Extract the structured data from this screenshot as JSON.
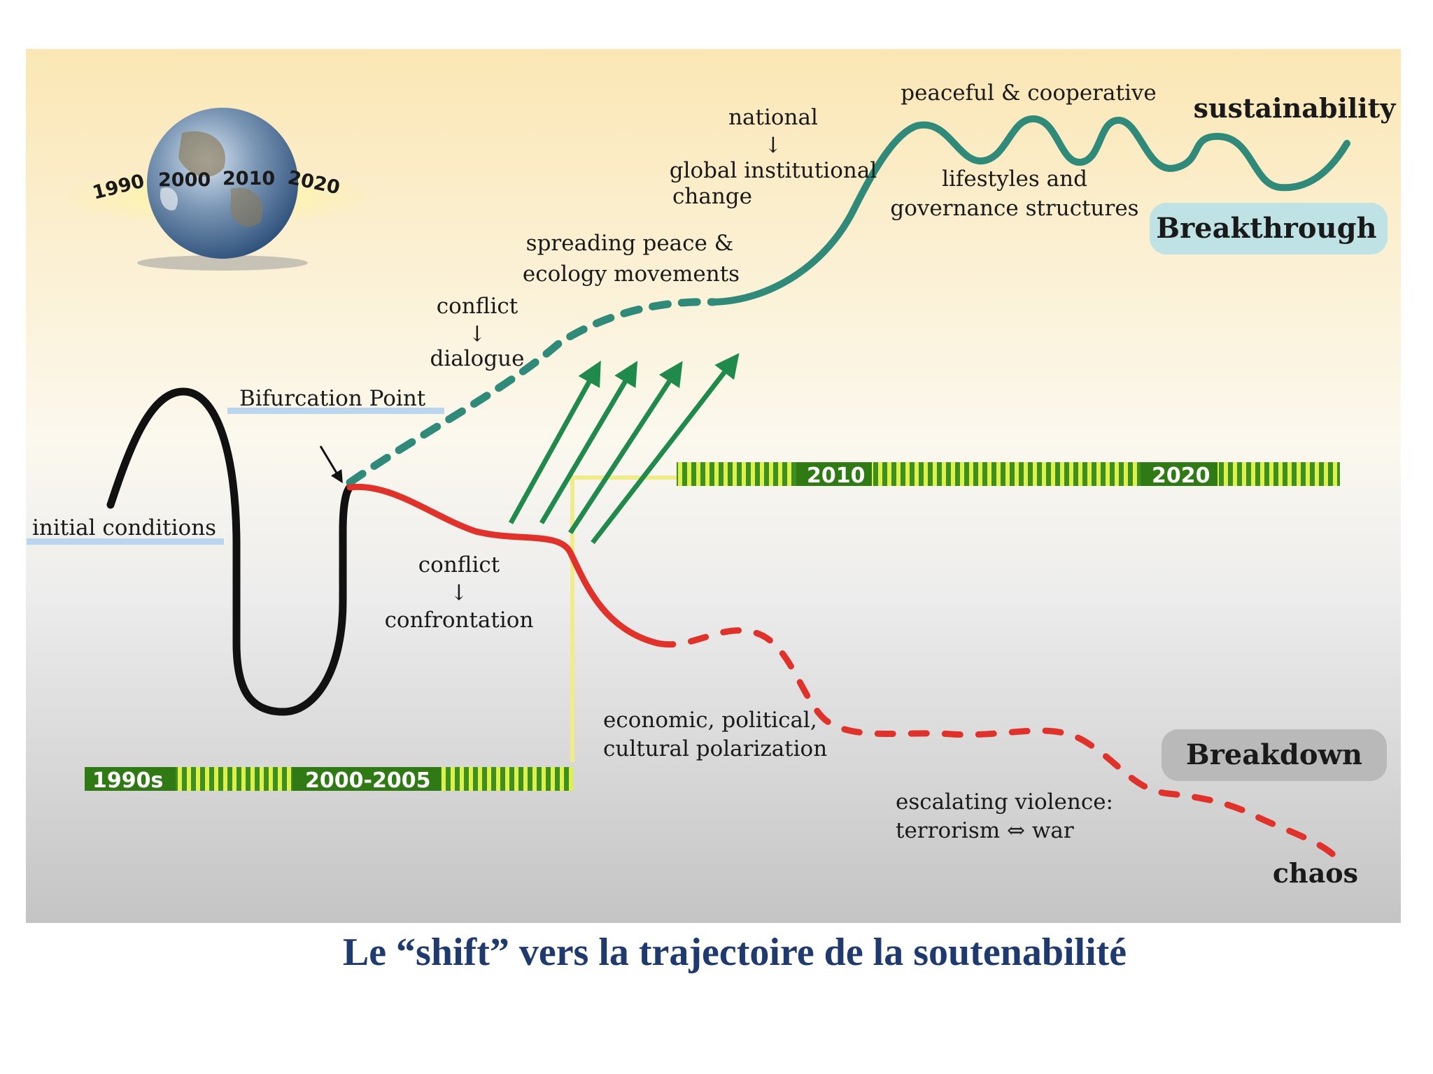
{
  "globe": {
    "years": [
      "1990",
      "2000",
      "2010",
      "2020"
    ]
  },
  "labels": {
    "initial_conditions": "initial conditions",
    "bifurcation_point": "Bifurcation Point",
    "conflict_top": "conflict",
    "dialogue": "dialogue",
    "spreading_1": "spreading peace &",
    "spreading_2": "ecology movements",
    "national": "national",
    "global_1": "global institutional",
    "global_2": "change",
    "peaceful": "peaceful & cooperative",
    "lifestyles_1": "lifestyles and",
    "lifestyles_2": "governance structures",
    "sustainability": "sustainability",
    "conflict_bottom": "conflict",
    "confrontation": "confrontation",
    "polarization_1": "economic, political,",
    "polarization_2": "cultural polarization",
    "violence_1": "escalating violence:",
    "violence_2": "terrorism ⇔ war",
    "chaos": "chaos",
    "arrow_down": "↓"
  },
  "badges": {
    "breakthrough": "Breakthrough",
    "breakdown": "Breakdown"
  },
  "timeline": {
    "lower": [
      "1990s",
      "2000-2005"
    ],
    "upper": [
      "2010",
      "2020"
    ]
  },
  "colors": {
    "sustain_path": "#2f8a7a",
    "breakdown_path": "#e0322a",
    "transition_arrows": "#1f8a4c",
    "initial_path": "#111111",
    "breakthrough_badge": "#bfe2e4",
    "breakdown_badge": "#b9b9b9",
    "timeline_bar": "#3a8a1a",
    "caption": "#1f3a6e"
  },
  "caption": "Le “shift” vers la trajectoire de la soutenabilité"
}
